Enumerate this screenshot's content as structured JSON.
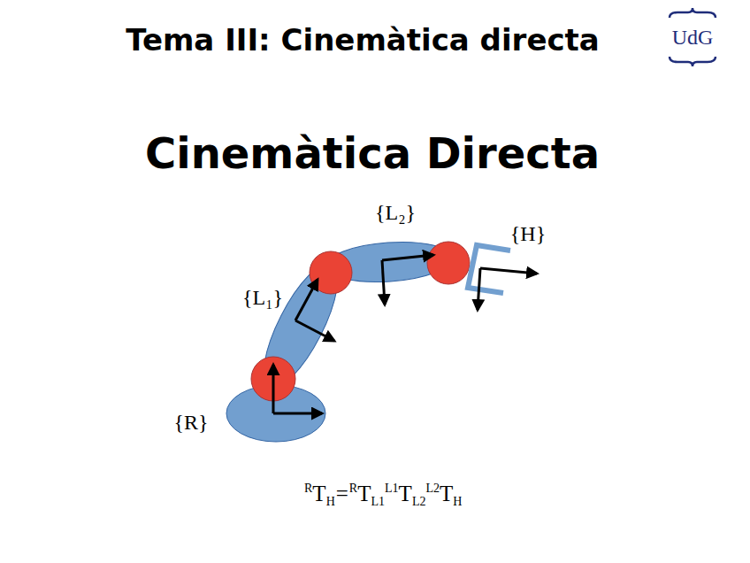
{
  "diagram": {
    "title": "Tema III: Cinemàtica directa",
    "labels": [
      "UdG",
      "Cinemàtica Directa",
      "{L₂}",
      "{H}",
      "{L₁}",
      "{R}",
      "R",
      "T",
      "H",
      "=",
      "R",
      "T",
      "L1",
      "L1",
      "T",
      "L2",
      "L2",
      "T",
      "H"
    ]
  }
}
